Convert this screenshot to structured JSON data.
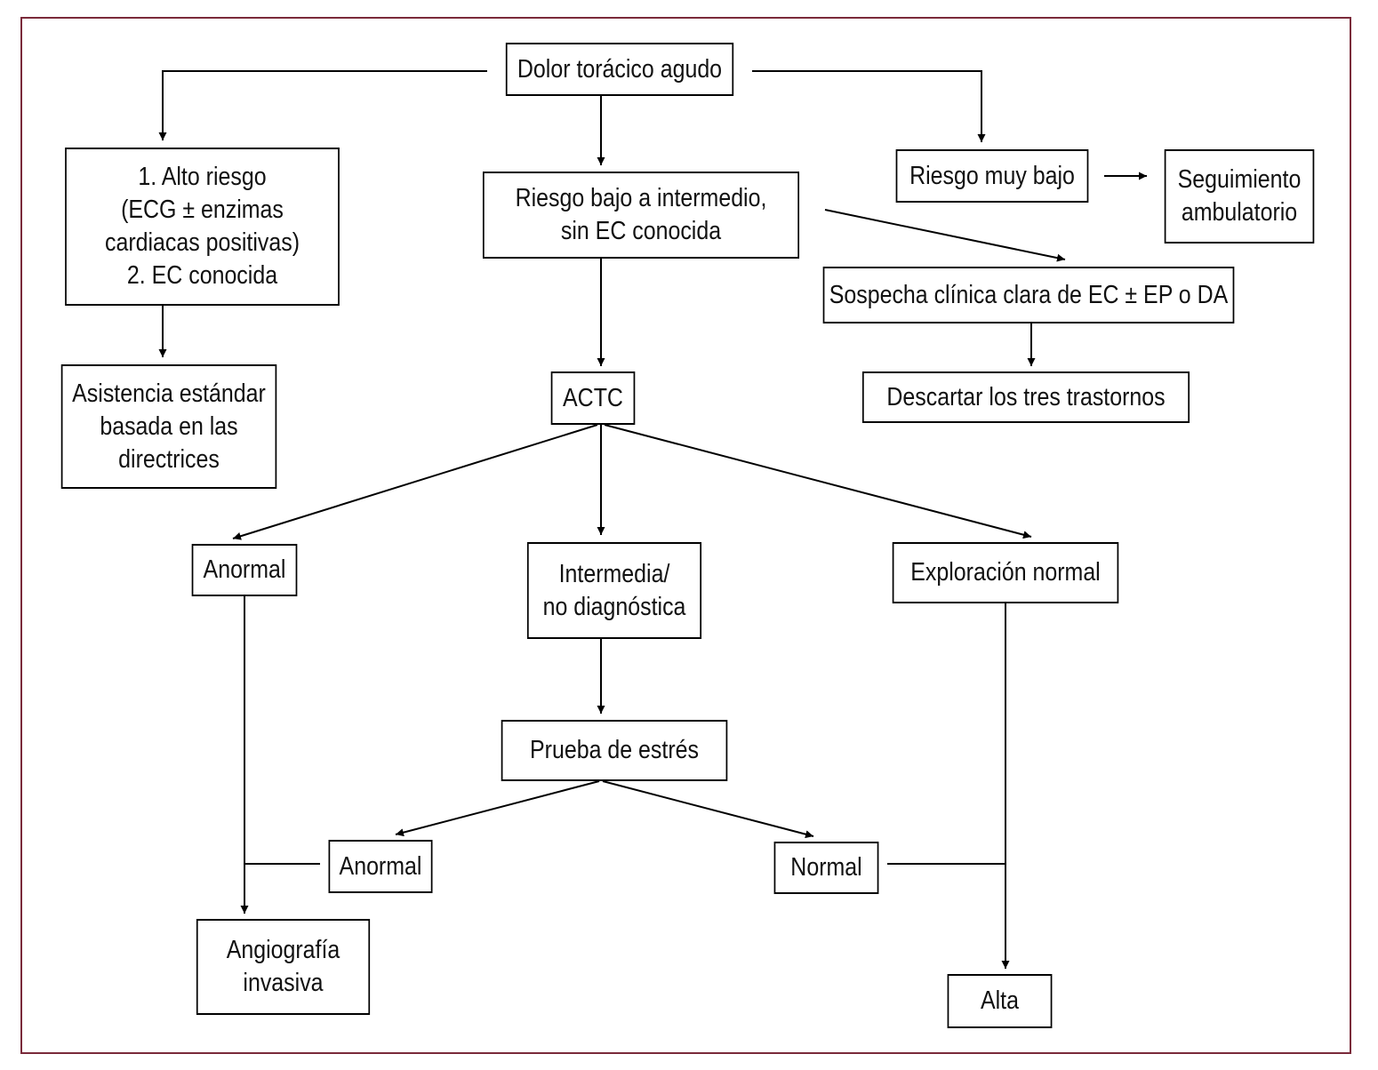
{
  "colors": {
    "frame": "#7a2a3a",
    "line": "#000000",
    "text": "#111111"
  },
  "nodes": {
    "start": "Dolor torácico agudo",
    "high_risk": "1. Alto riesgo\n(ECG ± enzimas\ncardiacas positivas)\n2. EC conocida",
    "standard": "Asistencia estándar\nbasada en las\ndirectrices",
    "low_int": "Riesgo bajo a intermedio,\nsin EC conocida",
    "very_low": "Riesgo muy bajo",
    "followup": "Seguimiento\nambulatorio",
    "suspicion": "Sospecha clínica clara de EC ± EP o DA",
    "rule_out": "Descartar los tres trastornos",
    "actc": "ACTC",
    "abnormal1": "Anormal",
    "intermediate": "Intermedia/\nno diagnóstica",
    "normal_scan": "Exploración normal",
    "stress": "Prueba de estrés",
    "abnormal2": "Anormal",
    "normal2": "Normal",
    "angio": "Angiografía\ninvasiva",
    "discharge": "Alta"
  }
}
